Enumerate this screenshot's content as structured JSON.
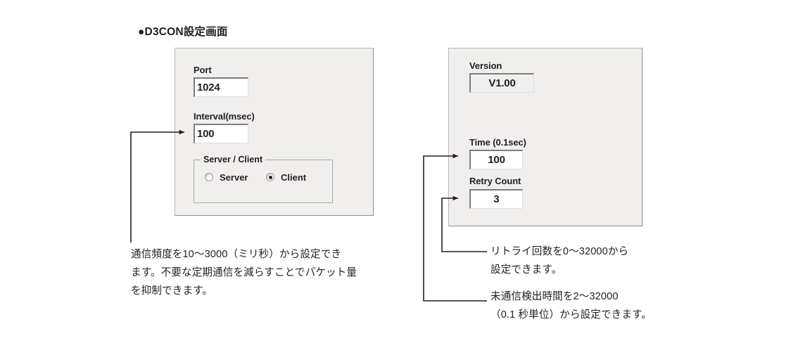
{
  "heading": "●D3CON設定画面",
  "left_panel": {
    "port": {
      "label": "Port",
      "value": "1024"
    },
    "interval": {
      "label": "Interval(msec)",
      "value": "100"
    },
    "server_client_group": {
      "legend": "Server / Client",
      "options": [
        {
          "label": "Server",
          "selected": false
        },
        {
          "label": "Client",
          "selected": true
        }
      ]
    }
  },
  "right_panel": {
    "version": {
      "label": "Version",
      "value": "V1.00"
    },
    "time": {
      "label": "Time (0.1sec)",
      "value": "100"
    },
    "retry_count": {
      "label": "Retry Count",
      "value": "3"
    }
  },
  "notes": {
    "interval": "通信頻度を10〜3000（ミリ秒）から設定でき\nます。不要な定期通信を減らすことでパケット量\nを抑制できます。",
    "retry": "リトライ回数を0〜32000から\n設定できます。",
    "time": "未通信検出時間を2〜32000\n（0.1 秒単位）から設定できます。"
  },
  "colors": {
    "panel_background": "#f0efee",
    "panel_border": "#b9b9b9",
    "field_background": "#ffffff",
    "field_shadow": "#7d7d7d",
    "text": "#231f20",
    "leader_line": "#231f20"
  }
}
